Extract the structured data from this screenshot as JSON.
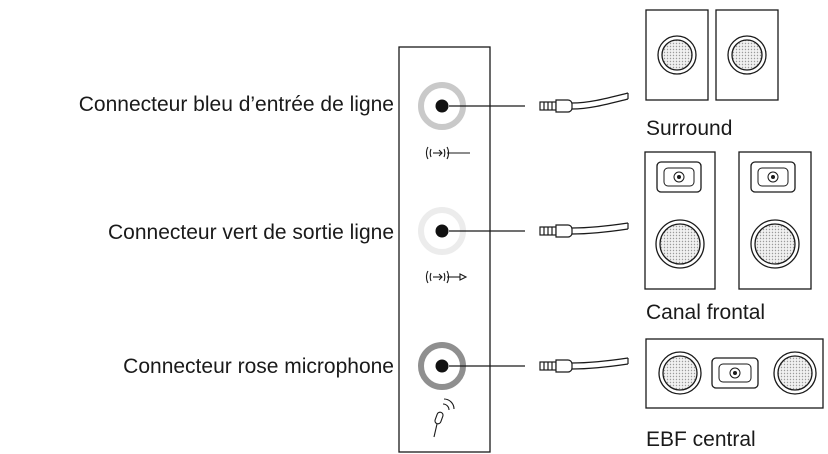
{
  "connectors": [
    {
      "label": "Connecteur bleu d’entrée de ligne",
      "ring_color": "#c9c9c9",
      "icon": "line-in-icon"
    },
    {
      "label": "Connecteur vert de sortie ligne",
      "ring_color": "#ececec",
      "icon": "line-out-icon"
    },
    {
      "label": "Connecteur rose microphone",
      "ring_color": "#8f8f8f",
      "icon": "microphone-icon"
    }
  ],
  "speaker_groups": [
    {
      "label": "Surround",
      "icon": "surround-speakers-icon"
    },
    {
      "label": "Canal frontal",
      "icon": "front-speakers-icon"
    },
    {
      "label": "EBF central",
      "icon": "center-subwoofer-speaker-icon"
    }
  ],
  "colors": {
    "line": "#1a1a1a",
    "cone_fill": "#e6e6e6",
    "jack_dot": "#111111"
  }
}
